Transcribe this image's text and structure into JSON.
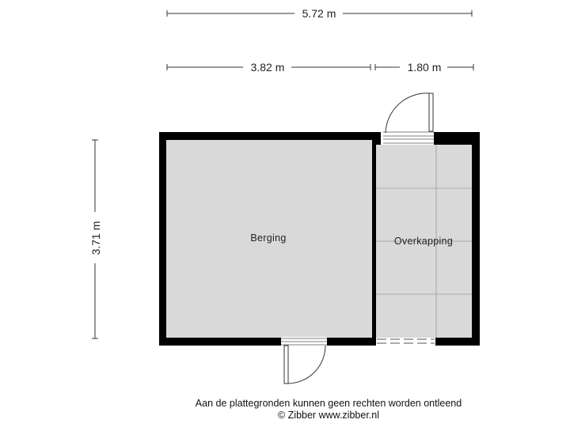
{
  "dimensions": {
    "total_width": "5.72 m",
    "berging_width": "3.82 m",
    "overkapping_width": "1.80 m",
    "height": "3.71 m"
  },
  "rooms": {
    "berging": "Berging",
    "overkapping": "Overkapping"
  },
  "footer": {
    "disclaimer": "Aan de plattegronden kunnen geen rechten worden ontleend",
    "copyright": "© Zibber www.zibber.nl"
  },
  "colors": {
    "wall": "#000000",
    "floor": "#d9d9d9",
    "grid": "#9a9a9a"
  }
}
